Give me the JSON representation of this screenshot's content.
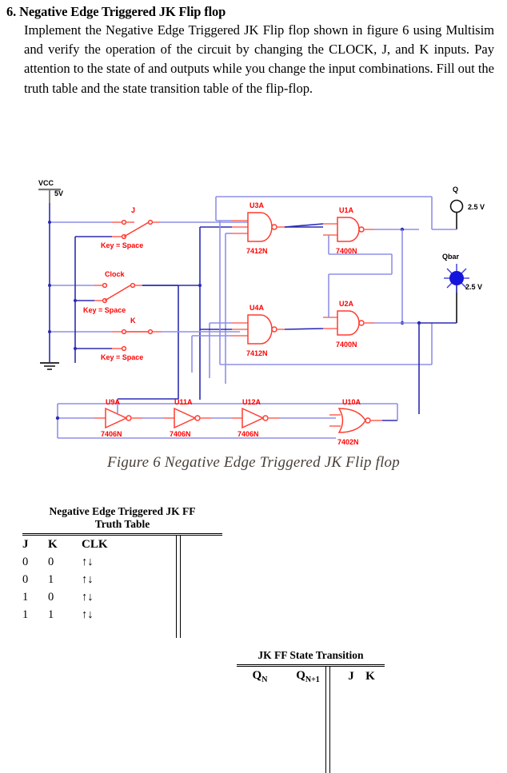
{
  "problem": {
    "number": "6.",
    "heading": "Negative Edge Triggered JK Flip flop",
    "body": "Implement the Negative Edge Triggered JK Flip flop shown in figure 6 using Multisim and verify the operation of the circuit by changing the CLOCK, J, and K inputs. Pay attention to the state of and outputs while you change the input combinations. Fill out the truth table and the state transition table of the flip-flop."
  },
  "figure": {
    "caption": "Figure 6  Negative Edge Triggered JK Flip flop",
    "colors": {
      "component": "#ff3b30",
      "wire_light": "#8f8fe8",
      "wire_dark": "#2b2bb5",
      "label": "#ff0000",
      "led_on": "#1414dc",
      "vcc_bar": "#777777"
    },
    "power": {
      "vcc_label": "VCC",
      "vcc_value": "5V",
      "ground": "GND"
    },
    "switches": [
      {
        "label": "J",
        "key_label": "Key = Space",
        "state": "closed-upper"
      },
      {
        "label": "Clock",
        "key_label": "Key = Space",
        "state": "closed-upper"
      },
      {
        "label": "K",
        "key_label": "Key = Space",
        "state": "open"
      }
    ],
    "gates": [
      {
        "ref": "U3A",
        "part": "7412N",
        "type": "nand3"
      },
      {
        "ref": "U1A",
        "part": "7400N",
        "type": "nand2"
      },
      {
        "ref": "U4A",
        "part": "7412N",
        "type": "nand3"
      },
      {
        "ref": "U2A",
        "part": "7400N",
        "type": "nand2"
      },
      {
        "ref": "U9A",
        "part": "7406N",
        "type": "inverter"
      },
      {
        "ref": "U11A",
        "part": "7406N",
        "type": "inverter"
      },
      {
        "ref": "U12A",
        "part": "7406N",
        "type": "inverter"
      },
      {
        "ref": "U10A",
        "part": "7402N",
        "type": "nor2"
      }
    ],
    "probes": [
      {
        "label": "Q",
        "value": "2.5 V",
        "state": "off"
      },
      {
        "label": "Qbar",
        "value": "2.5 V",
        "state": "on"
      }
    ]
  },
  "truth_table": {
    "title_line1": "Negative Edge Triggered JK FF",
    "title_line2": "Truth Table",
    "headers": [
      "J",
      "K",
      "CLK"
    ],
    "rows": [
      [
        "0",
        "0",
        "↑↓"
      ],
      [
        "0",
        "1",
        "↑↓"
      ],
      [
        "1",
        "0",
        "↑↓"
      ],
      [
        "1",
        "1",
        "↑↓"
      ]
    ]
  },
  "state_table": {
    "title": "JK FF State Transition",
    "headers_left": [
      "Q",
      "N",
      "Q",
      "N+1"
    ],
    "header_qn_base": "Q",
    "header_qn_sub": "N",
    "header_qn1_base": "Q",
    "header_qn1_sub": "N+1",
    "header_j": "J",
    "header_k": "K",
    "rows": []
  }
}
